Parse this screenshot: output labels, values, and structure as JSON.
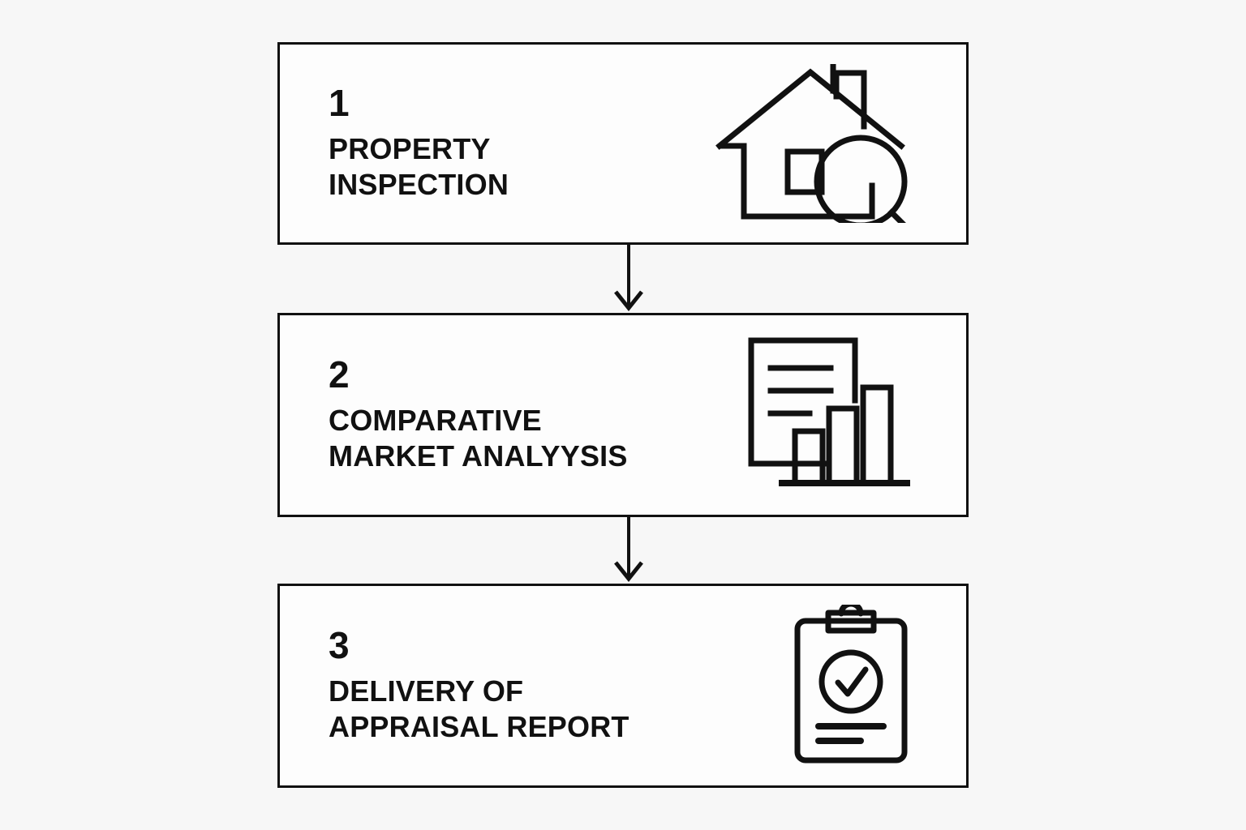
{
  "page": {
    "background_color": "#f7f7f7",
    "line_color": "#111111",
    "box_fill_color": "#fdfdfd"
  },
  "flow": {
    "orientation": "vertical",
    "steps": [
      {
        "number": "1",
        "label": "PROPERTY\nINSPECTION",
        "icon": "house-magnifier-icon"
      },
      {
        "number": "2",
        "label": "COMPARATIVE\nMARKET ANALYYSIS",
        "icon": "document-bar-chart-icon"
      },
      {
        "number": "3",
        "label": "DELIVERY OF\nAPPRAISAL REPORT",
        "icon": "clipboard-check-icon"
      }
    ],
    "connectors": [
      {
        "from": "1",
        "to": "2",
        "icon": "arrow-down-icon"
      },
      {
        "from": "2",
        "to": "3",
        "icon": "arrow-down-icon"
      }
    ]
  }
}
